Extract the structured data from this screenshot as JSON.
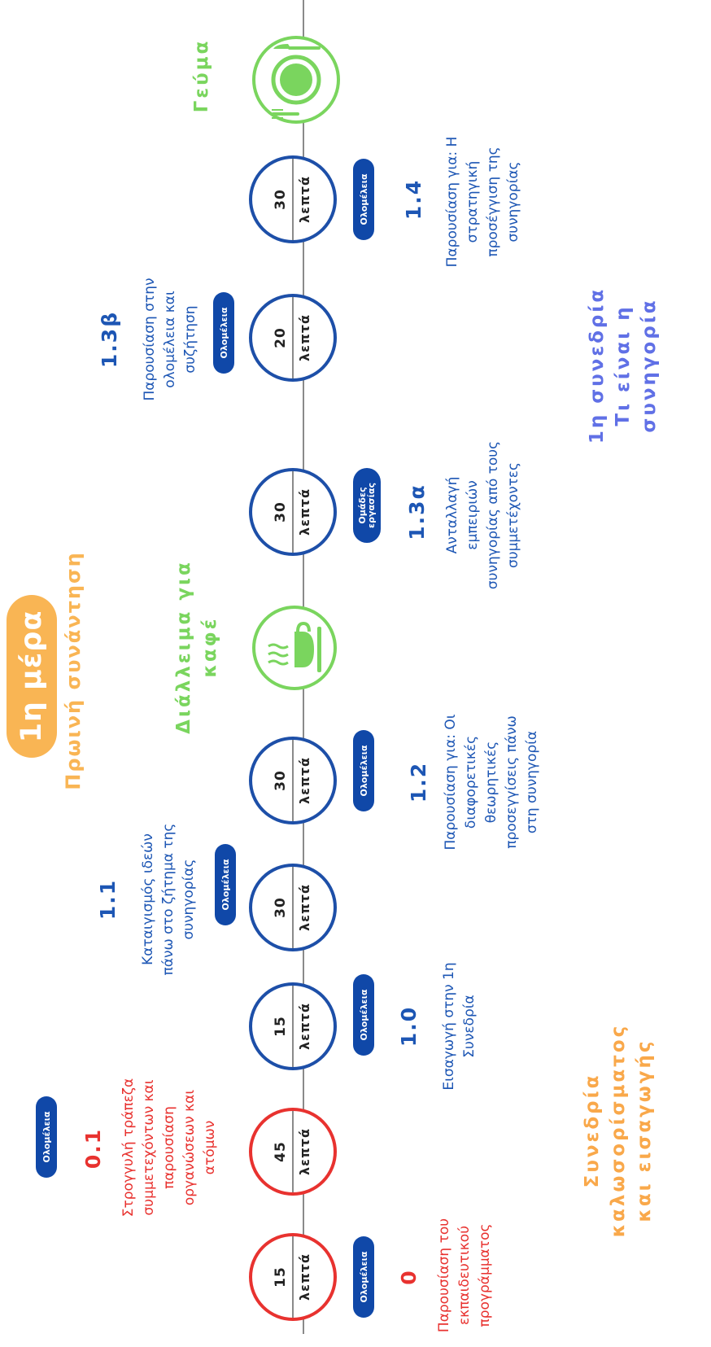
{
  "header": {
    "day_badge": "1η μέρα",
    "subtitle": "Πρωινή  συνάντηση"
  },
  "sessions": [
    {
      "minutes": "15",
      "unit": "λεπτά",
      "mode": "Ολομέλεια",
      "number": "0",
      "description": "Παρουσίαση του\nεκπαιδευτικού\nπρογράμματος"
    },
    {
      "minutes": "45",
      "unit": "λεπτά",
      "mode": "Ολομέλεια",
      "number": "0.1",
      "description": "Στρογγυλή τράπεζα\nσυμμετεχόντων και\nπαρουσίαση\nοργανώσεων και\nατόμων"
    },
    {
      "minutes": "15",
      "unit": "λεπτά",
      "mode": "Ολομέλεια",
      "number": "1.0",
      "description": "Εισαγωγή στην 1η\nΣυνεδρία"
    },
    {
      "minutes": "30",
      "unit": "λεπτά",
      "mode": "Ολομέλεια",
      "number": "1.1",
      "description": "Καταιγισμός ιδεών\nπάνω στο ζήτημα της\nσυνηγορίας"
    },
    {
      "minutes": "30",
      "unit": "λεπτά",
      "mode": "Ολομέλεια",
      "number": "1.2",
      "description": "Παρουσίαση για: Οι\nδιαφορετικές\nθεωρητικές\nπροσεγγίσεις πάνω\nστη συνηγορία"
    },
    {
      "minutes": "30",
      "unit": "λεπτά",
      "mode": "Ομάδες\nεργασίας",
      "number": "1.3α",
      "description": "Ανταλλαγή\nεμπειριών\nσυνηγορίας από τους\nσυμμετέχοντες"
    },
    {
      "minutes": "20",
      "unit": "λεπτά",
      "mode": "Ολομέλεια",
      "number": "1.3β",
      "description": "Παρουσίαση στην\nολομέλεια και\nσυζήτηση"
    },
    {
      "minutes": "30",
      "unit": "λεπτά",
      "mode": "Ολομέλεια",
      "number": "1.4",
      "description": "Παρουσίαση για: Η\nστρατηγική\nπροσέγγιση της\nσυνηγορίας"
    }
  ],
  "breaks": {
    "coffee": "Διάλλειμα για\nκαφέ",
    "lunch": "Γεύμα"
  },
  "section_titles": {
    "intro": "Συνεδρία\nκαλωσορίσματος\nκαι εισαγωγής",
    "session1": "1η συνεδρία\nΤι είναι η\nσυνηγορία"
  },
  "colors": {
    "blue": "#1d56b4",
    "red": "#e8322f",
    "green": "#7ad55e",
    "orange": "#f9b554",
    "purple": "#6070e6"
  },
  "icons": [
    "coffee-cup-icon",
    "plate-fork-knife-icon"
  ]
}
